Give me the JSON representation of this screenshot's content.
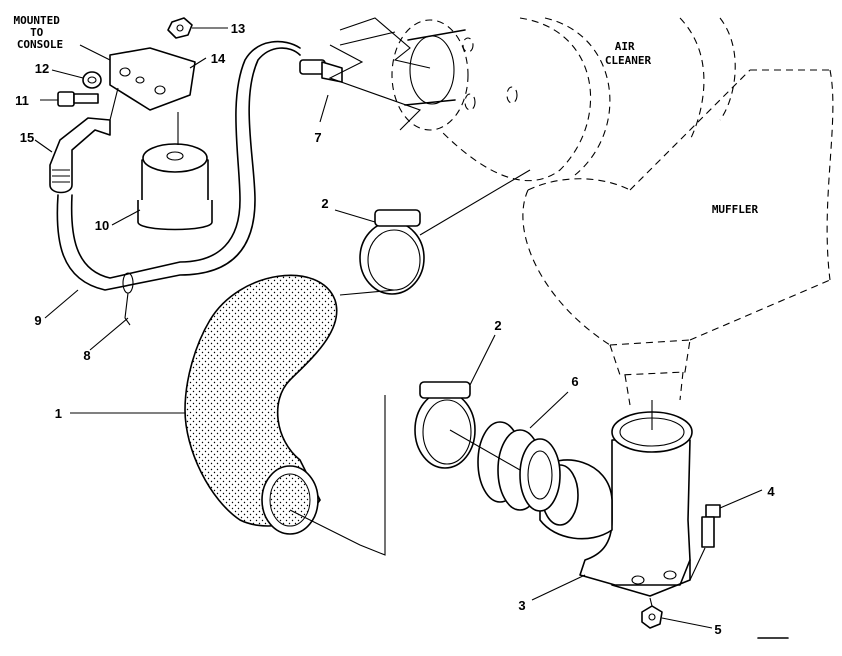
{
  "labels": {
    "mounted_to_console": [
      "MOUNTED",
      "TO",
      "CONSOLE"
    ],
    "air_cleaner": [
      "AIR",
      "CLEANER"
    ],
    "muffler": "MUFFLER"
  },
  "callouts": {
    "c1": "1",
    "c2a": "2",
    "c2b": "2",
    "c3": "3",
    "c4": "4",
    "c5": "5",
    "c6": "6",
    "c7": "7",
    "c8": "8",
    "c9": "9",
    "c10": "10",
    "c11": "11",
    "c12": "12",
    "c13": "13",
    "c14": "14",
    "c15": "15"
  }
}
